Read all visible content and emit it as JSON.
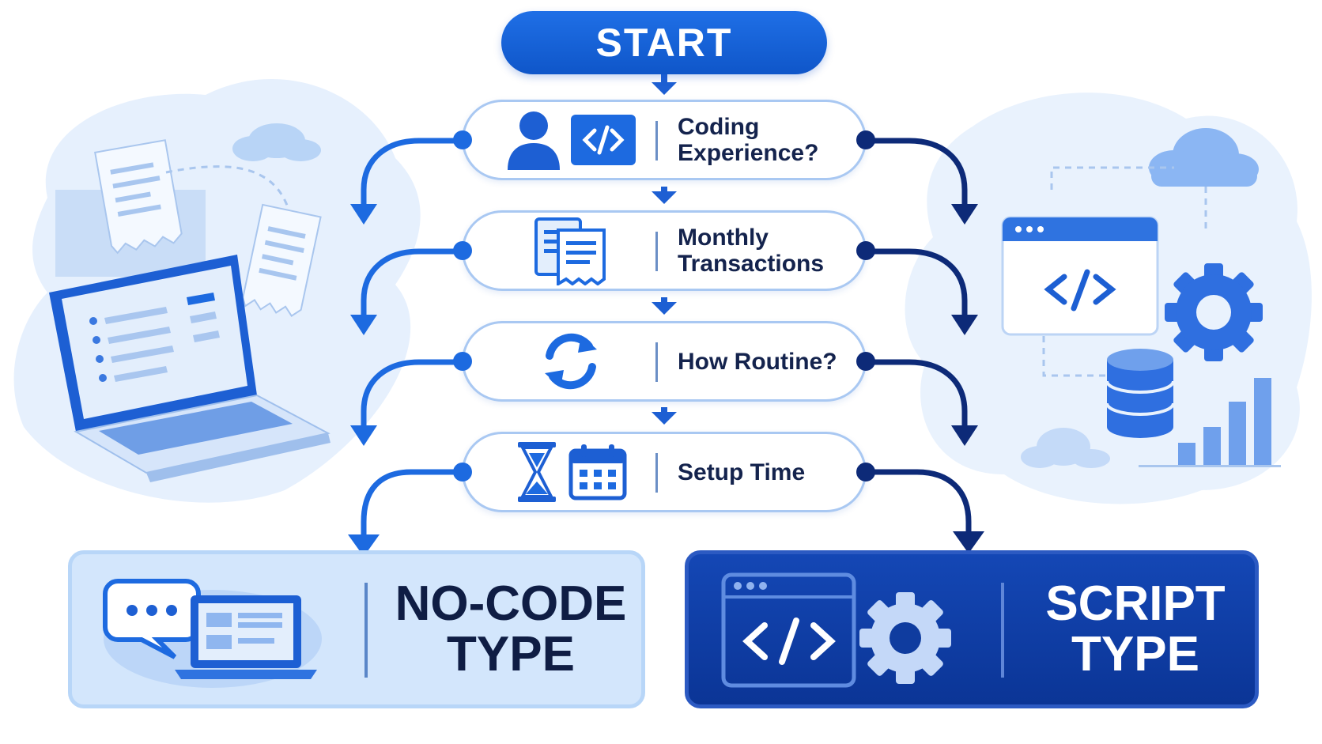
{
  "start": {
    "label": "START"
  },
  "steps": [
    {
      "label_line1": "Coding",
      "label_line2": "Experience?",
      "icons": [
        "user-icon",
        "code-icon"
      ]
    },
    {
      "label_line1": "Monthly",
      "label_line2": "Transactions",
      "icons": [
        "documents-icon"
      ]
    },
    {
      "label_line1": "How Routine?",
      "label_line2": "",
      "icons": [
        "refresh-icon"
      ]
    },
    {
      "label_line1": "Setup Time",
      "label_line2": "",
      "icons": [
        "hourglass-icon",
        "calendar-icon"
      ]
    }
  ],
  "results": {
    "no_code": {
      "line1": "NO-CODE",
      "line2": "TYPE",
      "icons": [
        "chat-bubble-icon",
        "laptop-icon"
      ]
    },
    "script": {
      "line1": "SCRIPT",
      "line2": "TYPE",
      "icons": [
        "code-window-icon",
        "gear-icon"
      ]
    }
  },
  "illustrations": {
    "left": [
      "laptop-icon",
      "receipt-icon",
      "cloud-icon"
    ],
    "right": [
      "code-window-icon",
      "gear-icon",
      "database-icon",
      "bar-chart-icon",
      "cloud-icon"
    ]
  },
  "colors": {
    "primary": "#1d6ae0",
    "dark_navy": "#0d2a78",
    "light_blue": "#d3e6fc",
    "text_dark": "#14234d"
  }
}
